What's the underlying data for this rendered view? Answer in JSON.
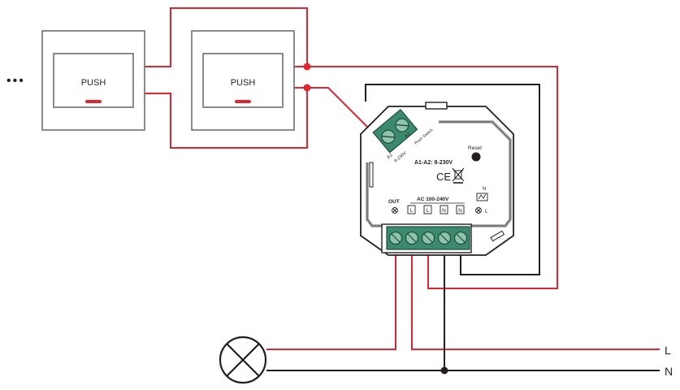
{
  "ellipsis": "•••",
  "switches": [
    {
      "label": "PUSH"
    },
    {
      "label": "PUSH"
    }
  ],
  "module": {
    "reset_label": "Reset",
    "input_voltage": "A1-A2: 8-230V",
    "ce_mark": "CE",
    "out_label": "OUT",
    "ac_label": "AC 100-240V",
    "terminal_labels": [
      "L",
      "L",
      "N",
      "N"
    ],
    "antenna_label": "N",
    "antenna_sub_label": "L",
    "a1_label": "A1",
    "a2_label": "A2",
    "side_voltage": "8-230V",
    "push_tag": "Push Switch"
  },
  "lines": {
    "live": "L",
    "neutral": "N"
  },
  "colors": {
    "live_wire": "#e0262e",
    "neutral_wire": "#231f20",
    "terminal_green": "#3c8a6e",
    "frame_gray": "#6d6e71"
  }
}
